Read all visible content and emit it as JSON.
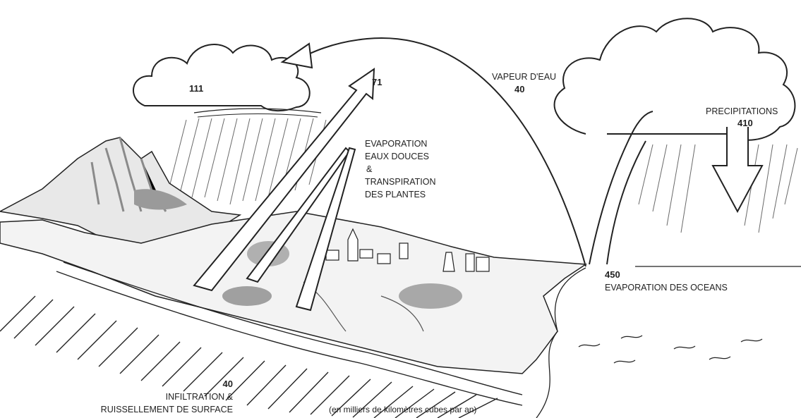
{
  "clouds": {
    "land_cloud_value": "111",
    "ocean_precipitation": {
      "label": "PRECIPITATIONS",
      "value": "410"
    }
  },
  "freshwater_evaporation": {
    "value": "71",
    "lines": [
      "EVAPORATION",
      "EAUX DOUCES",
      "&",
      "TRANSPIRATION",
      "DES PLANTES"
    ]
  },
  "water_vapour": {
    "label": "VAPEUR D'EAU",
    "value": "40"
  },
  "ocean_evaporation": {
    "value": "450",
    "label": "EVAPORATION DES OCEANS"
  },
  "runoff": {
    "value": "40",
    "line1": "INFILTRATION &",
    "line2": "RUISSELLEMENT DE SURFACE"
  },
  "units_note": "(en milliers de kilomètres cubes par an)",
  "colors": {
    "ink": "#222222",
    "rain": "#6a6a6a",
    "shade": "#9a9a9a",
    "paper": "#ffffff"
  }
}
